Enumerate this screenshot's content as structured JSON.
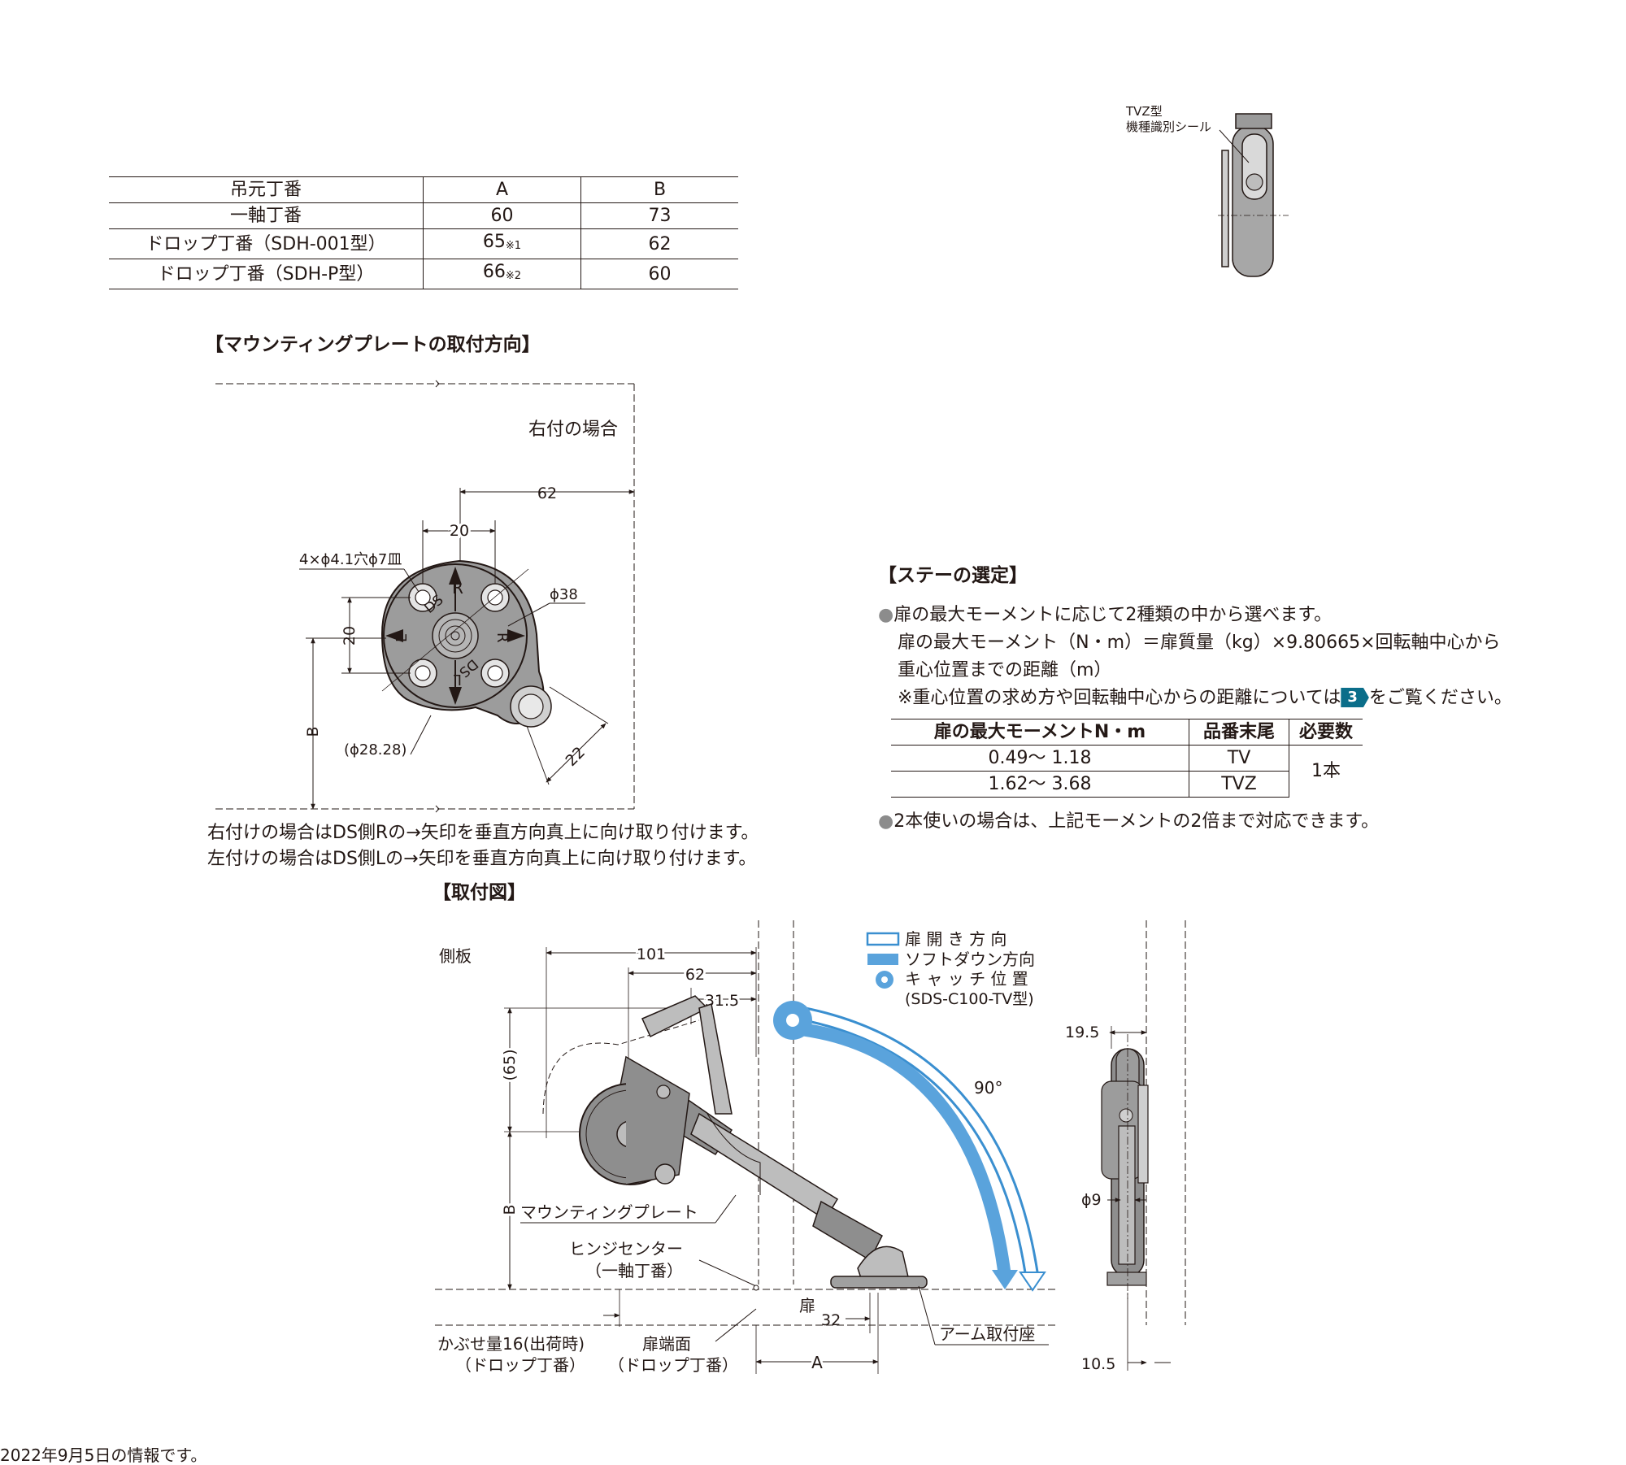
{
  "spec_table": {
    "headers": [
      "吊元丁番",
      "A",
      "B"
    ],
    "rows": [
      {
        "name": "一軸丁番",
        "a": "60",
        "a_note": "",
        "b": "73"
      },
      {
        "name": "ドロップ丁番（SDH-001型）",
        "a": "65",
        "a_note": "※1",
        "b": "62"
      },
      {
        "name": "ドロップ丁番（SDH-P型）",
        "a": "66",
        "a_note": "※2",
        "b": "60"
      }
    ]
  },
  "tvz_seal": {
    "line1": "TVZ型",
    "line2": "機種識別シール"
  },
  "mounting_orientation": {
    "heading": "【マウンティングプレートの取付方向】",
    "case_label": "右付の場合",
    "dims": {
      "d62": "62",
      "d20_top": "20",
      "d20_side": "20",
      "holes": "4×ϕ4.1穴ϕ7皿",
      "phi38": "ϕ38",
      "phi2828": "(ϕ28.28)",
      "d22": "22",
      "b": "B"
    },
    "plate_marks": {
      "r": "R",
      "ds_top": "DS",
      "l_left": "L",
      "r_right": "R",
      "ds_bottom": "DS",
      "l_bottom": "L"
    },
    "note1": "右付けの場合はDS側Rの→矢印を垂直方向真上に向け取り付けます。",
    "note2": "左付けの場合はDS側Lの→矢印を垂直方向真上に向け取り付けます。"
  },
  "stay_selection": {
    "heading": "【ステーの選定】",
    "bullet1": "扉の最大モーメントに応じて2種類の中から選べます。",
    "formula1": "扉の最大モーメント（N・m）＝扉質量（kg）×9.80665×回転軸中心から",
    "formula2": "重心位置までの距離（m）",
    "note_pre": "※重心位置の求め方や回転軸中心からの距離については",
    "note_ref": "3",
    "note_post": "をご覧ください。",
    "table": {
      "headers": [
        "扉の最大モーメントN・m",
        "品番末尾",
        "必要数"
      ],
      "rows": [
        {
          "moment": "0.49～ 1.18",
          "suffix": "TV"
        },
        {
          "moment": "1.62～ 3.68",
          "suffix": "TVZ"
        }
      ],
      "qty": "1本"
    },
    "bullet2": "2本使いの場合は、上記モーメントの2倍まで対応できます。"
  },
  "install_diagram": {
    "heading": "【取付図】",
    "side_board": "側板",
    "dims": {
      "d101": "101",
      "d62": "62",
      "d315": "31.5",
      "d65": "(65)",
      "b": "B",
      "d32": "32",
      "a": "A",
      "angle": "90°",
      "d195": "19.5",
      "phi9": "ϕ9",
      "d105": "10.5"
    },
    "legend": {
      "open": "扉 開 き 方 向",
      "soft_down": "ソフトダウン方向",
      "catch": "キ ャ ッ チ 位 置",
      "catch_model": "(SDS-C100-TV型)"
    },
    "labels": {
      "mounting_plate": "マウンティングプレート",
      "hinge_center": "ヒンジセンター",
      "single_axis": "（一軸丁番）",
      "door": "扉",
      "overlay": "かぶせ量16(出荷時)",
      "drop_hinge_1": "（ドロップ丁番）",
      "door_edge": "扉端面",
      "drop_hinge_2": "（ドロップ丁番）",
      "arm_seat": "アーム取付座"
    },
    "colors": {
      "open_outline": "#3a8fd0",
      "soft_down_fill": "#5aa3dc",
      "part_gray": "#8e8e8e"
    }
  },
  "footer": "2022年9月5日の情報です。"
}
